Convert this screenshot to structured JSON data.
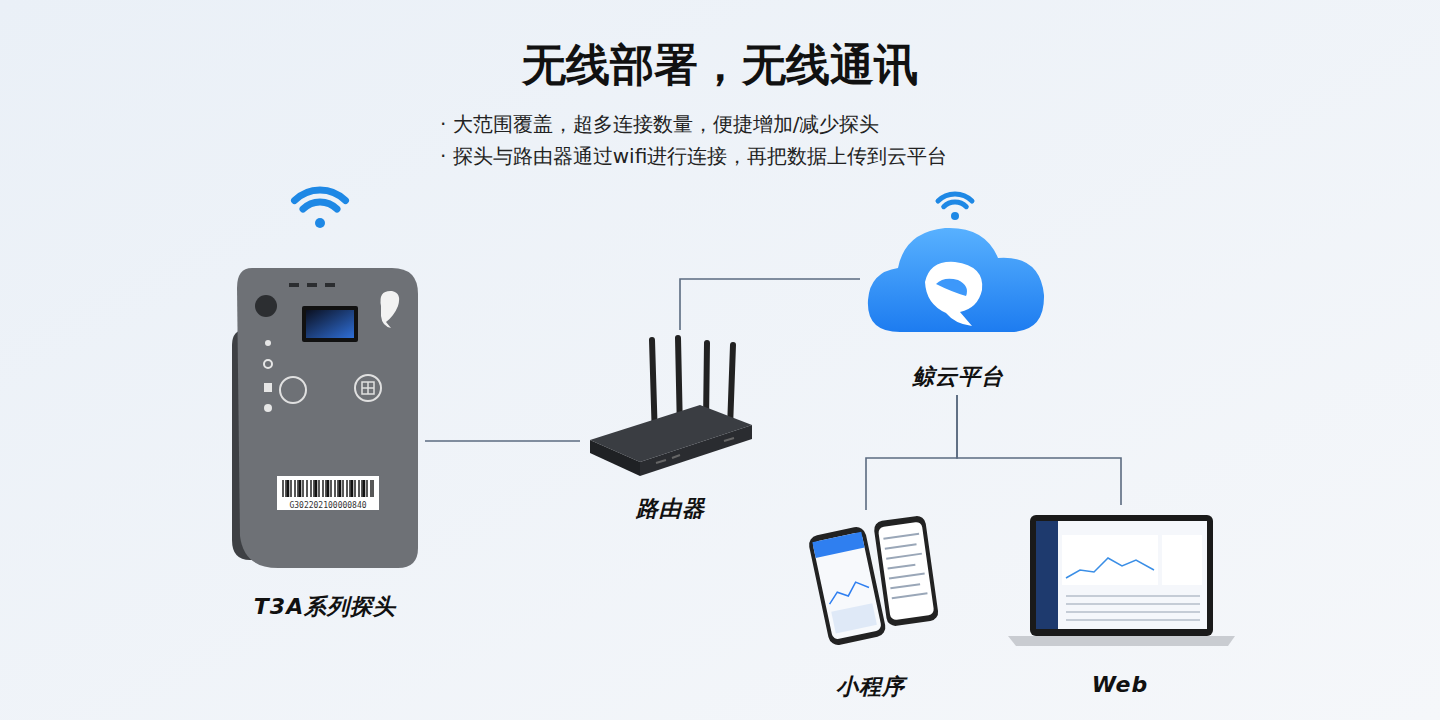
{
  "diagram": {
    "title": "无线部署，无线通讯",
    "nodes": [
      {
        "text": [
          "G302202100000840",
          "T3A系列探头"
        ]
      },
      {
        "text": [
          "路由器"
        ]
      },
      {
        "text": [
          "鲸云平台"
        ]
      },
      {
        "text": [
          "小程序"
        ]
      },
      {
        "text": [
          "Web"
        ]
      }
    ],
    "edges": [
      {
        "from": 0,
        "to": 1,
        "arrow": "none"
      },
      {
        "from": 1,
        "to": 2,
        "arrow": "none"
      },
      {
        "from": 2,
        "to": 3,
        "arrow": "none"
      },
      {
        "from": 2,
        "to": 4,
        "arrow": "none"
      }
    ],
    "labels": [
      "· 大范围覆盖，超多连接数量，便捷增加/减少探头",
      "· 探头与路由器通过wifi进行连接，再把数据上传到云平台"
    ]
  }
}
